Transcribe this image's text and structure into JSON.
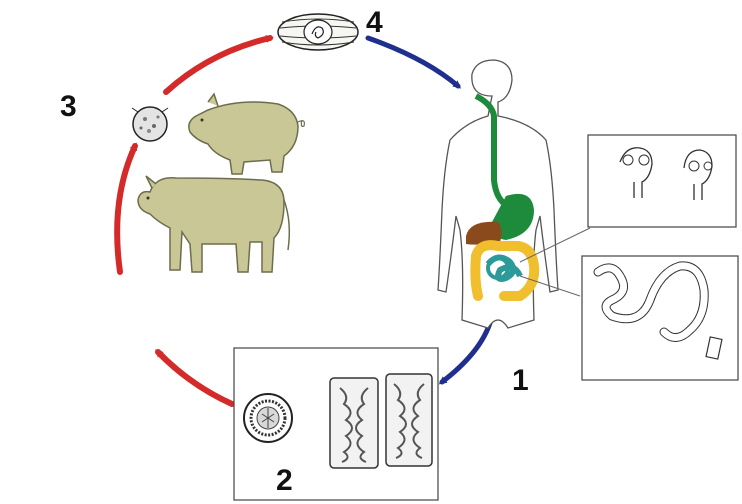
{
  "stage_labels": {
    "stage_1": "1",
    "stage_2": "2",
    "stage_3": "3",
    "stage_4": "4"
  },
  "colors": {
    "arrow_red": "#d42a2a",
    "arrow_blue": "#1f2f8e",
    "animal_fill": "#c8c795",
    "digestive_green": "#1e8a3c",
    "liver_brown": "#8b4a1c",
    "colon_yellow": "#f1bf2d",
    "small_intestine_teal": "#2d9a9a"
  },
  "icons": [
    "cyst-icon",
    "pig-icon",
    "cow-icon",
    "human-body-icon",
    "tapeworm-head-icon",
    "tapeworm-strobila-icon",
    "egg-icon",
    "proglottid-icon"
  ]
}
